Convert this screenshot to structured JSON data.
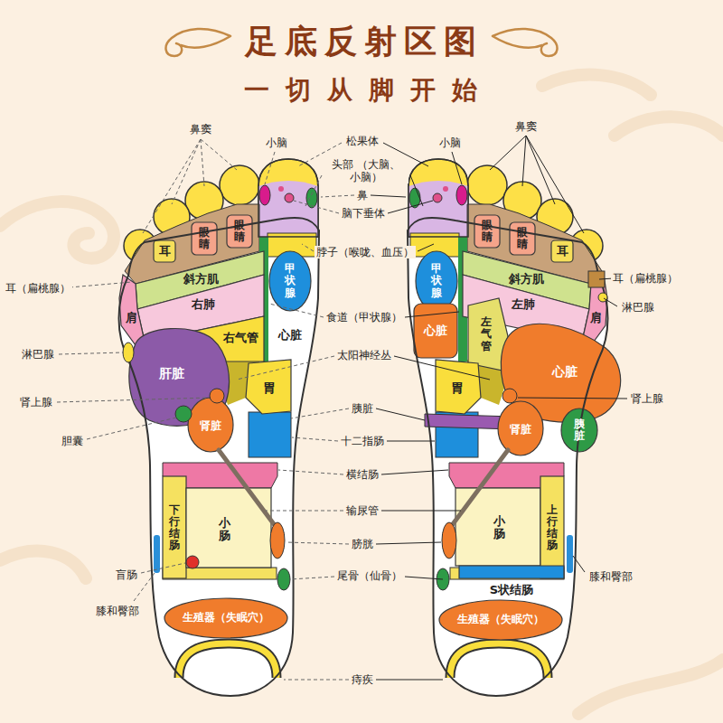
{
  "diagram": {
    "title": "足底反射区图",
    "nodes": [
      {
        "text": [
          "眼睛"
        ]
      },
      {
        "text": [
          "眼睛"
        ]
      },
      {
        "text": [
          "眼睛"
        ]
      },
      {
        "text": [
          "眼睛"
        ]
      },
      {
        "text": [
          "耳"
        ]
      },
      {
        "text": [
          "耳"
        ]
      },
      {
        "text": [
          "斜方肌"
        ]
      },
      {
        "text": [
          "斜方肌"
        ]
      },
      {
        "text": [
          "甲状腺"
        ]
      },
      {
        "text": [
          "甲状腺"
        ]
      },
      {
        "text": [
          "右肺"
        ]
      },
      {
        "text": [
          "左肺"
        ]
      },
      {
        "text": [
          "肩"
        ]
      },
      {
        "text": [
          "右气管"
        ]
      },
      {
        "text": [
          "心脏"
        ]
      },
      {
        "text": [
          "心脏"
        ]
      },
      {
        "text": [
          "左气管"
        ]
      },
      {
        "text": [
          "肩"
        ]
      },
      {
        "text": [
          "心脏"
        ]
      },
      {
        "text": [
          "肝脏"
        ]
      },
      {
        "text": [
          "胃"
        ]
      },
      {
        "text": [
          "胃"
        ]
      },
      {
        "text": [
          "肾脏"
        ]
      },
      {
        "text": [
          "肾脏"
        ]
      },
      {
        "text": [
          "胰脏"
        ]
      },
      {
        "text": [
          "下行结肠"
        ]
      },
      {
        "text": [
          "小肠"
        ]
      },
      {
        "text": [
          "小肠"
        ]
      },
      {
        "text": [
          "上行结肠"
        ]
      },
      {
        "text": [
          "S状结肠"
        ]
      },
      {
        "text": [
          "生殖器（失眠穴）"
        ]
      },
      {
        "text": [
          "生殖器（失眠穴）"
        ]
      }
    ],
    "labels": [
      "一切从脚开始",
      "鼻窦",
      "鼻窦",
      "小脑",
      "松果体",
      "小脑",
      "头部 （大脑、小脑）",
      "鼻",
      "脑下垂体",
      "脖子（喉咙、血压）",
      "耳（扁桃腺）",
      "耳（扁桃腺）",
      "淋巴腺",
      "食道（甲状腺）",
      "淋巴腺",
      "太阳神经丛",
      "肾上腺",
      "肾上腺",
      "胰脏",
      "胆囊",
      "十二指肠",
      "横结肠",
      "输尿管",
      "膀胱",
      "盲肠",
      "尾骨（仙骨）",
      "膝和臀部",
      "膝和臀部",
      "痔疾"
    ]
  }
}
